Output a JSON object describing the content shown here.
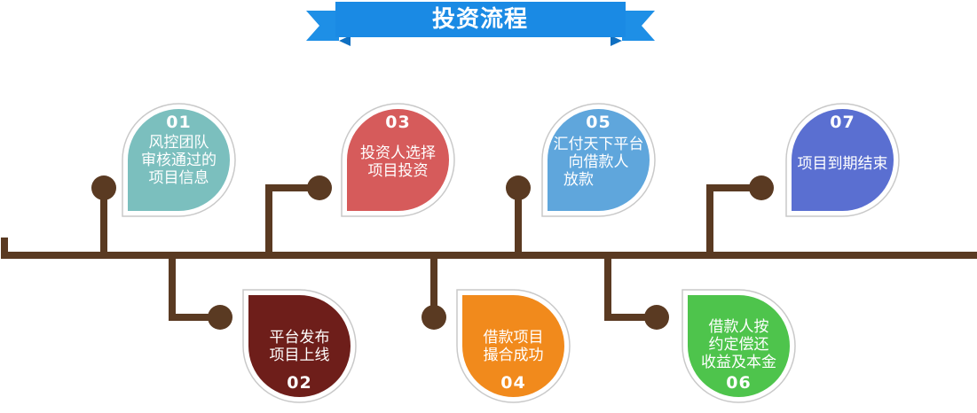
{
  "title": "投资流程",
  "colors": {
    "banner": "#1e8fe6",
    "banner_dark": "#0f6fc1",
    "line": "#5a3a22"
  },
  "steps": [
    {
      "num": "01",
      "text": [
        "风控团队",
        "审核通过的",
        "项目信息"
      ],
      "color": "#7bbfbe"
    },
    {
      "num": "02",
      "text": [
        "平台发布",
        "项目上线"
      ],
      "color": "#6e1e1a"
    },
    {
      "num": "03",
      "text": [
        "投资人选择",
        "项目投资"
      ],
      "color": "#d65b5b"
    },
    {
      "num": "04",
      "text": [
        "借款项目",
        "撮合成功"
      ],
      "color": "#f18a1c"
    },
    {
      "num": "05",
      "text": [
        "汇付天下平台",
        "向借款人",
        "放款"
      ],
      "color": "#5fa6dc"
    },
    {
      "num": "06",
      "text": [
        "借款人按",
        "约定偿还",
        "收益及本金"
      ],
      "color": "#4ec44c"
    },
    {
      "num": "07",
      "text": [
        "项目到期结束"
      ],
      "color": "#5a6fd1"
    }
  ]
}
